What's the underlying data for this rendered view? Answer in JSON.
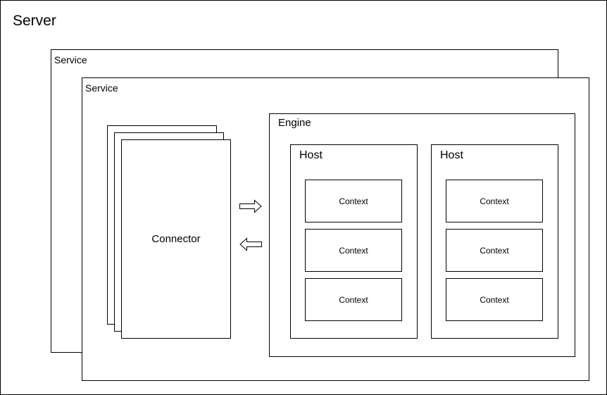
{
  "server": {
    "label": "Server"
  },
  "services": [
    {
      "label": "Service"
    },
    {
      "label": "Service"
    }
  ],
  "connector": {
    "label": "Connector"
  },
  "engine": {
    "label": "Engine"
  },
  "hosts": [
    {
      "label": "Host",
      "contexts": [
        "Context",
        "Context",
        "Context"
      ]
    },
    {
      "label": "Host",
      "contexts": [
        "Context",
        "Context",
        "Context"
      ]
    }
  ],
  "arrows": [
    {
      "direction": "right"
    },
    {
      "direction": "left"
    }
  ]
}
